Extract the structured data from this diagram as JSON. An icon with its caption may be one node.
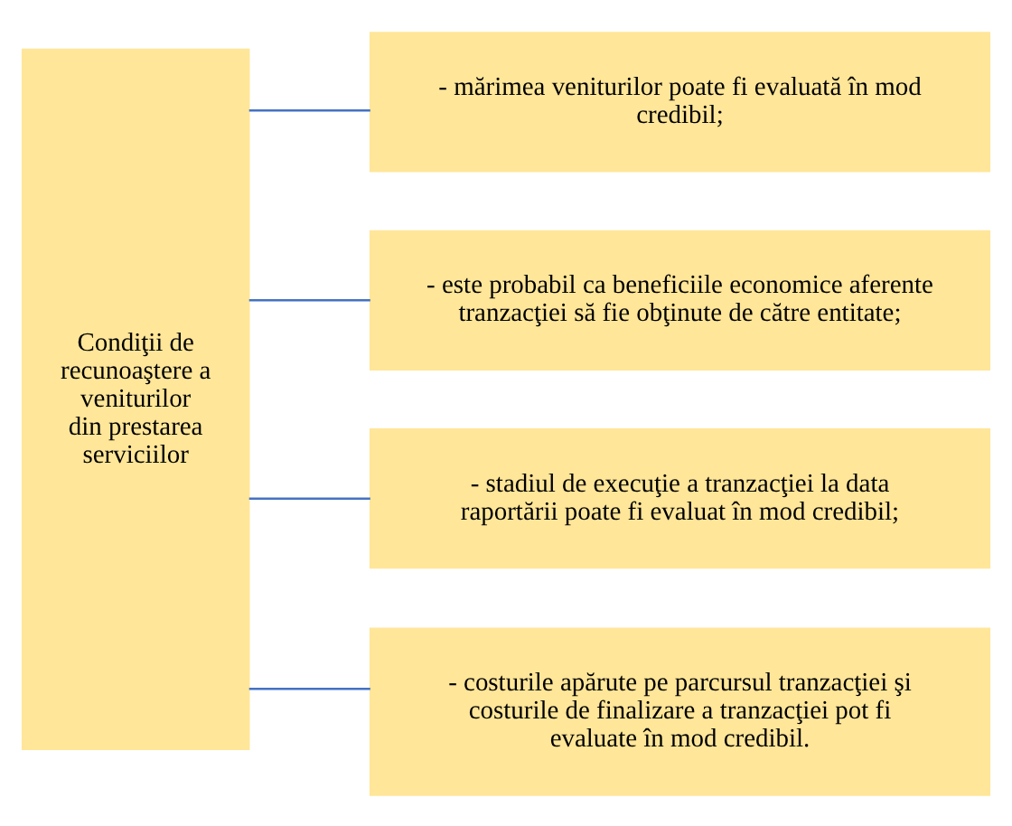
{
  "diagram": {
    "nodes": [
      {
        "text": [
          "Condiţii de recunoaştere a veniturilor din prestarea serviciilor"
        ]
      },
      {
        "text": [
          "- mărimea veniturilor poate fi evaluată în mod credibil;"
        ]
      },
      {
        "text": [
          "- este probabil ca beneficiile economice aferente tranzacţiei să fie obţinute de către entitate;"
        ]
      },
      {
        "text": [
          "- stadiul de execuţie a tranzacţiei la data raportării poate fi evaluat în mod credibil;"
        ]
      },
      {
        "text": [
          "- costurile apărute pe parcursul tranzacţiei şi costurile de finalizare a tranzacţiei pot fi evaluate în mod credibil."
        ]
      }
    ],
    "edges": [
      {
        "from": 0,
        "to": 1,
        "arrow": "none"
      },
      {
        "from": 0,
        "to": 2,
        "arrow": "none"
      },
      {
        "from": 0,
        "to": 3,
        "arrow": "none"
      },
      {
        "from": 0,
        "to": 4,
        "arrow": "none"
      }
    ]
  }
}
